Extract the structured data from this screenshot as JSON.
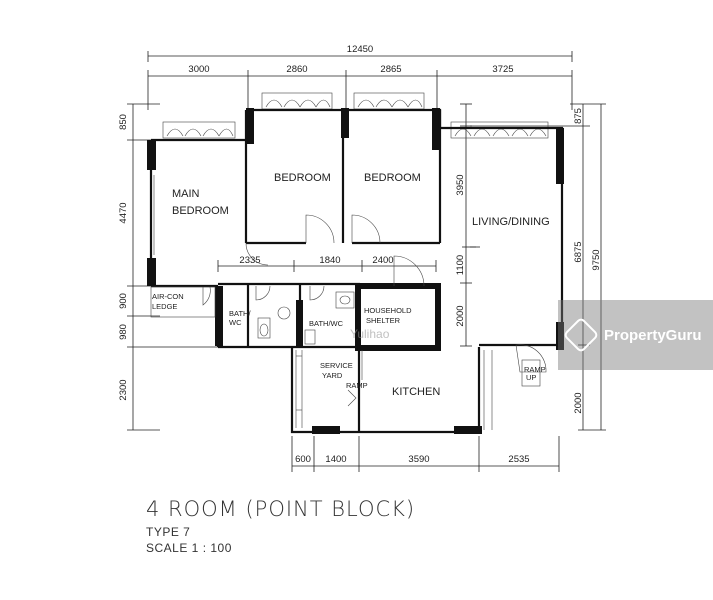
{
  "dimensions": {
    "overall_width": "12450",
    "top": [
      "3000",
      "2860",
      "2865",
      "3725"
    ],
    "left": [
      "850",
      "4470",
      "900",
      "980",
      "2300"
    ],
    "right_inner": [
      "875",
      "3950",
      "1100",
      "2000"
    ],
    "right_outer": [
      "6875",
      "9750"
    ],
    "right_lower": "2000",
    "middle": [
      "2335",
      "1840",
      "2400"
    ],
    "bottom": [
      "600",
      "1400",
      "3590",
      "2535"
    ]
  },
  "rooms": {
    "main_bedroom_line1": "MAIN",
    "main_bedroom_line2": "BEDROOM",
    "bedroom_1": "BEDROOM",
    "bedroom_2": "BEDROOM",
    "living_dining": "LIVING/DINING",
    "air_con_line1": "AIR-CON",
    "air_con_line2": "LEDGE",
    "bath_1_line1": "BATH/",
    "bath_1_line2": "WC",
    "bath_2": "BATH/WC",
    "shelter_line1": "HOUSEHOLD",
    "shelter_line2": "SHELTER",
    "service_line1": "SERVICE",
    "service_line2": "YARD",
    "kitchen": "KITCHEN",
    "ramp_1": "RAMP",
    "ramp_2": "RAMP",
    "ramp_3": "UP"
  },
  "title": {
    "main": "4 ROOM (POINT BLOCK)",
    "type": "TYPE 7",
    "scale": "SCALE 1 : 100"
  },
  "watermark": {
    "brand": "PropertyGuru",
    "faint": "Yulihao"
  }
}
